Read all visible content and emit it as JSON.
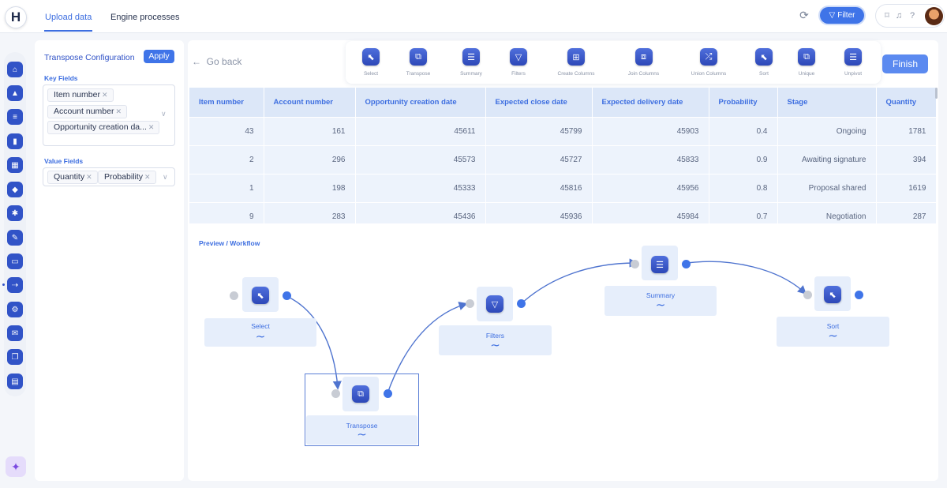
{
  "header": {
    "logo": "H",
    "tabs": [
      {
        "label": "Upload data",
        "active": true
      },
      {
        "label": "Engine processes",
        "active": false
      }
    ],
    "filter_label": "Filter",
    "icons": [
      "refresh-icon",
      "filter-icon",
      "bookmark-icon",
      "bell-icon",
      "help-icon",
      "avatar"
    ]
  },
  "sidebar": {
    "icons": [
      "home-icon",
      "upload-icon",
      "database-icon",
      "chart-icon",
      "calendar-icon",
      "tag-icon",
      "gear-icon",
      "edit-icon",
      "message-icon",
      "process-icon",
      "settings-icon",
      "mail-icon",
      "layers-icon",
      "stack-icon"
    ],
    "assistant_icon": "sparkle-icon"
  },
  "config": {
    "title": "Transpose Configuration",
    "apply_label": "Apply",
    "key_fields_label": "Key Fields",
    "key_fields": [
      "Item number",
      "Account number",
      "Opportunity creation da..."
    ],
    "value_fields_label": "Value Fields",
    "value_fields": [
      "Quantity",
      "Probability"
    ]
  },
  "main": {
    "go_back": "Go back",
    "finish_label": "Finish",
    "toolbar": [
      {
        "label": "Select",
        "icon": "select-icon"
      },
      {
        "label": "Transpose",
        "icon": "transpose-icon"
      },
      {
        "label": "Summary",
        "icon": "summary-icon"
      },
      {
        "label": "Filters",
        "icon": "filter-icon"
      },
      {
        "label": "Create Columns",
        "icon": "create-columns-icon"
      },
      {
        "label": "Join Columns",
        "icon": "join-columns-icon"
      },
      {
        "label": "Union Columns",
        "icon": "union-columns-icon"
      },
      {
        "label": "Sort",
        "icon": "sort-icon"
      },
      {
        "label": "Unique",
        "icon": "unique-icon"
      },
      {
        "label": "Unpivot",
        "icon": "unpivot-icon"
      }
    ]
  },
  "table": {
    "columns": [
      "Item number",
      "Account number",
      "Opportunity creation date",
      "Expected close date",
      "Expected delivery date",
      "Probability",
      "Stage",
      "Quantity"
    ],
    "rows": [
      [
        "43",
        "161",
        "45611",
        "45799",
        "45903",
        "0.4",
        "Ongoing",
        "1781"
      ],
      [
        "2",
        "296",
        "45573",
        "45727",
        "45833",
        "0.9",
        "Awaiting signature",
        "394"
      ],
      [
        "1",
        "198",
        "45333",
        "45816",
        "45956",
        "0.8",
        "Proposal shared",
        "1619"
      ],
      [
        "9",
        "283",
        "45436",
        "45936",
        "45984",
        "0.7",
        "Negotiation",
        "287"
      ]
    ]
  },
  "workflow": {
    "label": "Preview / Workflow",
    "nodes": [
      {
        "title": "Select",
        "icon": "select-icon",
        "selected": false
      },
      {
        "title": "Transpose",
        "icon": "transpose-icon",
        "selected": true
      },
      {
        "title": "Filters",
        "icon": "filter-icon",
        "selected": false
      },
      {
        "title": "Summary",
        "icon": "summary-icon",
        "selected": false
      },
      {
        "title": "Sort",
        "icon": "sort-icon",
        "selected": false
      }
    ]
  },
  "colors": {
    "accent": "#3f74e8",
    "icon_tile": "#2d48b8",
    "header_cell": "#dce7f8",
    "body_cell": "#edf3fc"
  }
}
